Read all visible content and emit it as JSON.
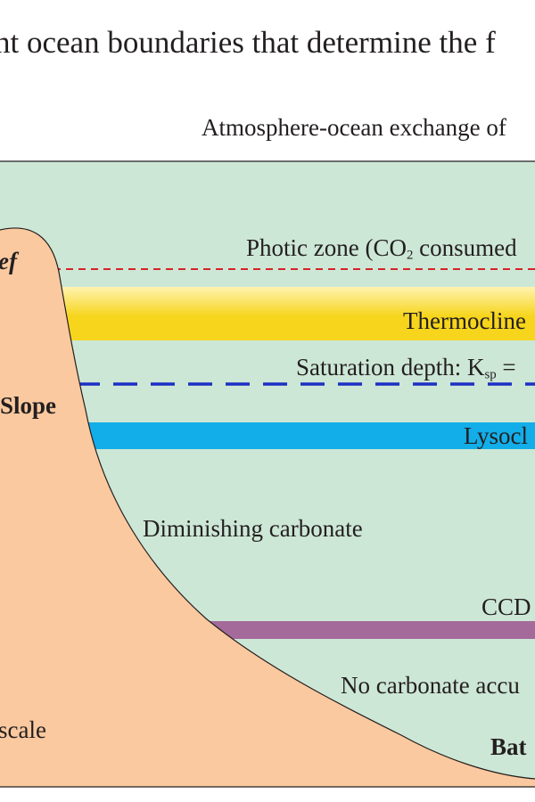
{
  "title": "nt ocean boundaries that determine the f",
  "subtitle": "Atmosphere-ocean exchange of",
  "labels": {
    "reef": "ef",
    "slope": "Slope",
    "photic_prefix": "Photic zone (CO",
    "photic_sub": "2",
    "photic_suffix": " consumed",
    "thermocline": "Thermocline",
    "saturation_prefix": "Saturation depth: K",
    "saturation_sub": "sp",
    "saturation_suffix": " =",
    "lysocline": "Lysocl",
    "diminishing": "Diminishing carbonate",
    "ccd": "CCD",
    "no_carbonate": "No carbonate accu",
    "scale": "scale",
    "bathyal": "Bat"
  },
  "colors": {
    "ocean": "#cde7d6",
    "seafloor": "#fbc99f",
    "photic_line": "#d7232a",
    "thermocline_core": "#f6d51c",
    "thermocline_edge": "#fff3b0",
    "saturation_line": "#1d2fc4",
    "lysocline_band": "#12aee9",
    "ccd_band": "#a46a9a",
    "outline": "#231f20"
  }
}
